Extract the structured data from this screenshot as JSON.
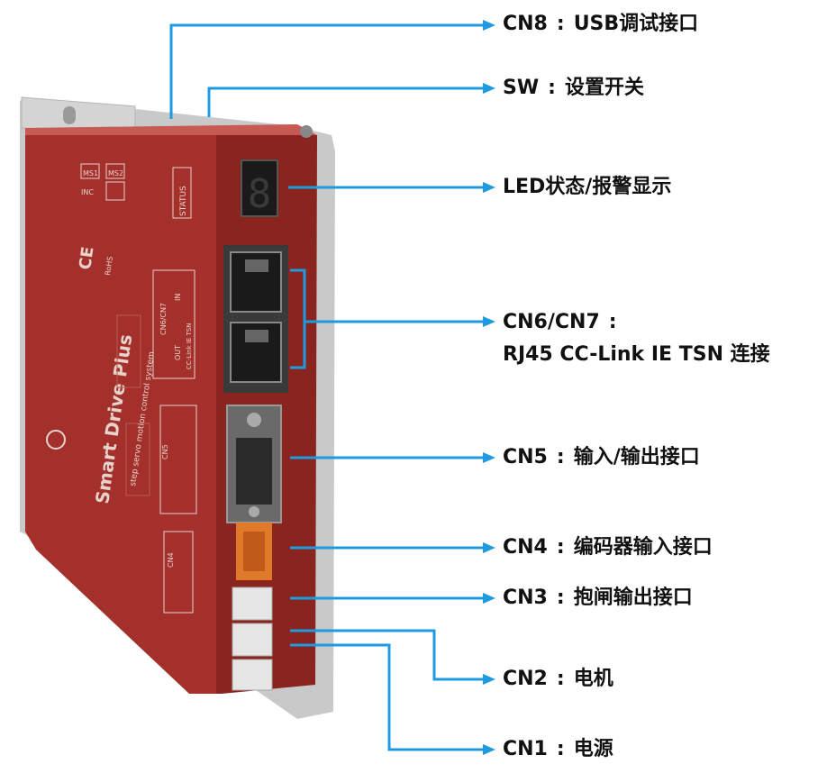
{
  "callouts": [
    {
      "id": "cn8",
      "name": "CN8",
      "sep": ":",
      "desc": "USB调试接口"
    },
    {
      "id": "sw",
      "name": "SW",
      "sep": ":",
      "desc": "设置开关"
    },
    {
      "id": "led",
      "name": "LED状态/报警显示"
    },
    {
      "id": "cn67",
      "name": "CN6/CN7",
      "sep": ":",
      "desc2": "RJ45 CC-Link IE TSN 连接"
    },
    {
      "id": "cn5",
      "name": "CN5",
      "sep": ":",
      "desc": "输入/输出接口"
    },
    {
      "id": "cn4",
      "name": "CN4",
      "sep": ":",
      "desc": "编码器输入接口"
    },
    {
      "id": "cn3",
      "name": "CN3",
      "sep": ":",
      "desc": "抱闸输出接口"
    },
    {
      "id": "cn2",
      "name": "CN2",
      "sep": ":",
      "desc": "电机"
    },
    {
      "id": "cn1",
      "name": "CN1",
      "sep": ":",
      "desc": "电源"
    }
  ],
  "device": {
    "status": "STATUS",
    "switch_labels": [
      "MS1",
      "MS2",
      "INC"
    ],
    "port_header": "CN6/CN7",
    "port_in": "IN",
    "port_out": "OUT",
    "tsn_label": "CC-Link IE TSN",
    "cn5": "CN5",
    "cn4": "CN4",
    "brand": "Smart Drive Plus",
    "tagline": "step servo motion control system",
    "ce": "CE",
    "rohs": "RoHS",
    "led_digit": "8"
  },
  "colors": {
    "arrow": "#1e9be0",
    "case_front": "#a3302a",
    "case_side": "#8a241f",
    "case_top": "#c75a52",
    "metal": "#c9c9c9"
  }
}
